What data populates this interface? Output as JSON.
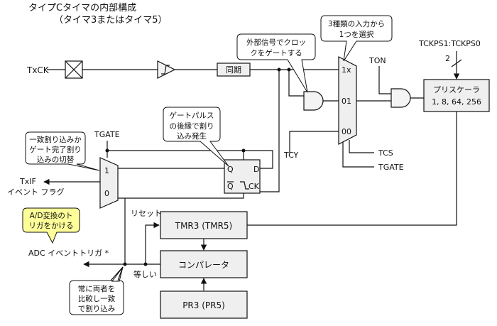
{
  "title": {
    "line1": "タイプCタイマの内部構成",
    "line2": "（タイマ3またはタイマ5）"
  },
  "signals": {
    "txck": "TxCK",
    "ton": "TON",
    "tckps": "TCKPS1:TCKPS0",
    "tckps_width": "2",
    "tgate_top": "TGATE",
    "tcy": "TCY",
    "tcs": "TCS",
    "tgate_out": "TGATE",
    "txif_1": "TxIF",
    "txif_2": "イベント フラグ",
    "reset": "リセット",
    "equal": "等しい",
    "adc_event": "ADC イベントトリガ *"
  },
  "blocks": {
    "sync": "同期",
    "prescaler_1": "プリスケーラ",
    "prescaler_2": "1, 8, 64, 256",
    "tmr": "TMR3 (TMR5)",
    "comparator": "コンパレータ",
    "pr": "PR3 (PR5)"
  },
  "mux": {
    "in_1x": "1x",
    "in_01": "01",
    "in_00": "00",
    "left_1": "1",
    "left_0": "0"
  },
  "flipflop": {
    "q": "Q",
    "d": "D",
    "qbar": "Q",
    "ck": "CK"
  },
  "callouts": {
    "ext_clock": [
      "外部信号でクロッ",
      "クをゲートする"
    ],
    "input_select": [
      "3種類の入力から",
      "1つを選択"
    ],
    "gate_pulse": [
      "ゲートパルス",
      "の後縁で割り",
      "込み発生"
    ],
    "match_gate": [
      "一致割り込みか",
      "ゲート完了割り",
      "込みの切替"
    ],
    "ad_trigger": [
      "A/D変換のト",
      "リガをかける"
    ],
    "always_compare": [
      "常に両者を",
      "比較し一致",
      "で割り込み"
    ]
  },
  "colors": {
    "line": "#111111",
    "block_fill": "#efefef",
    "highlight_fill": "#ffff99",
    "callout_fill": "#ffffff"
  }
}
